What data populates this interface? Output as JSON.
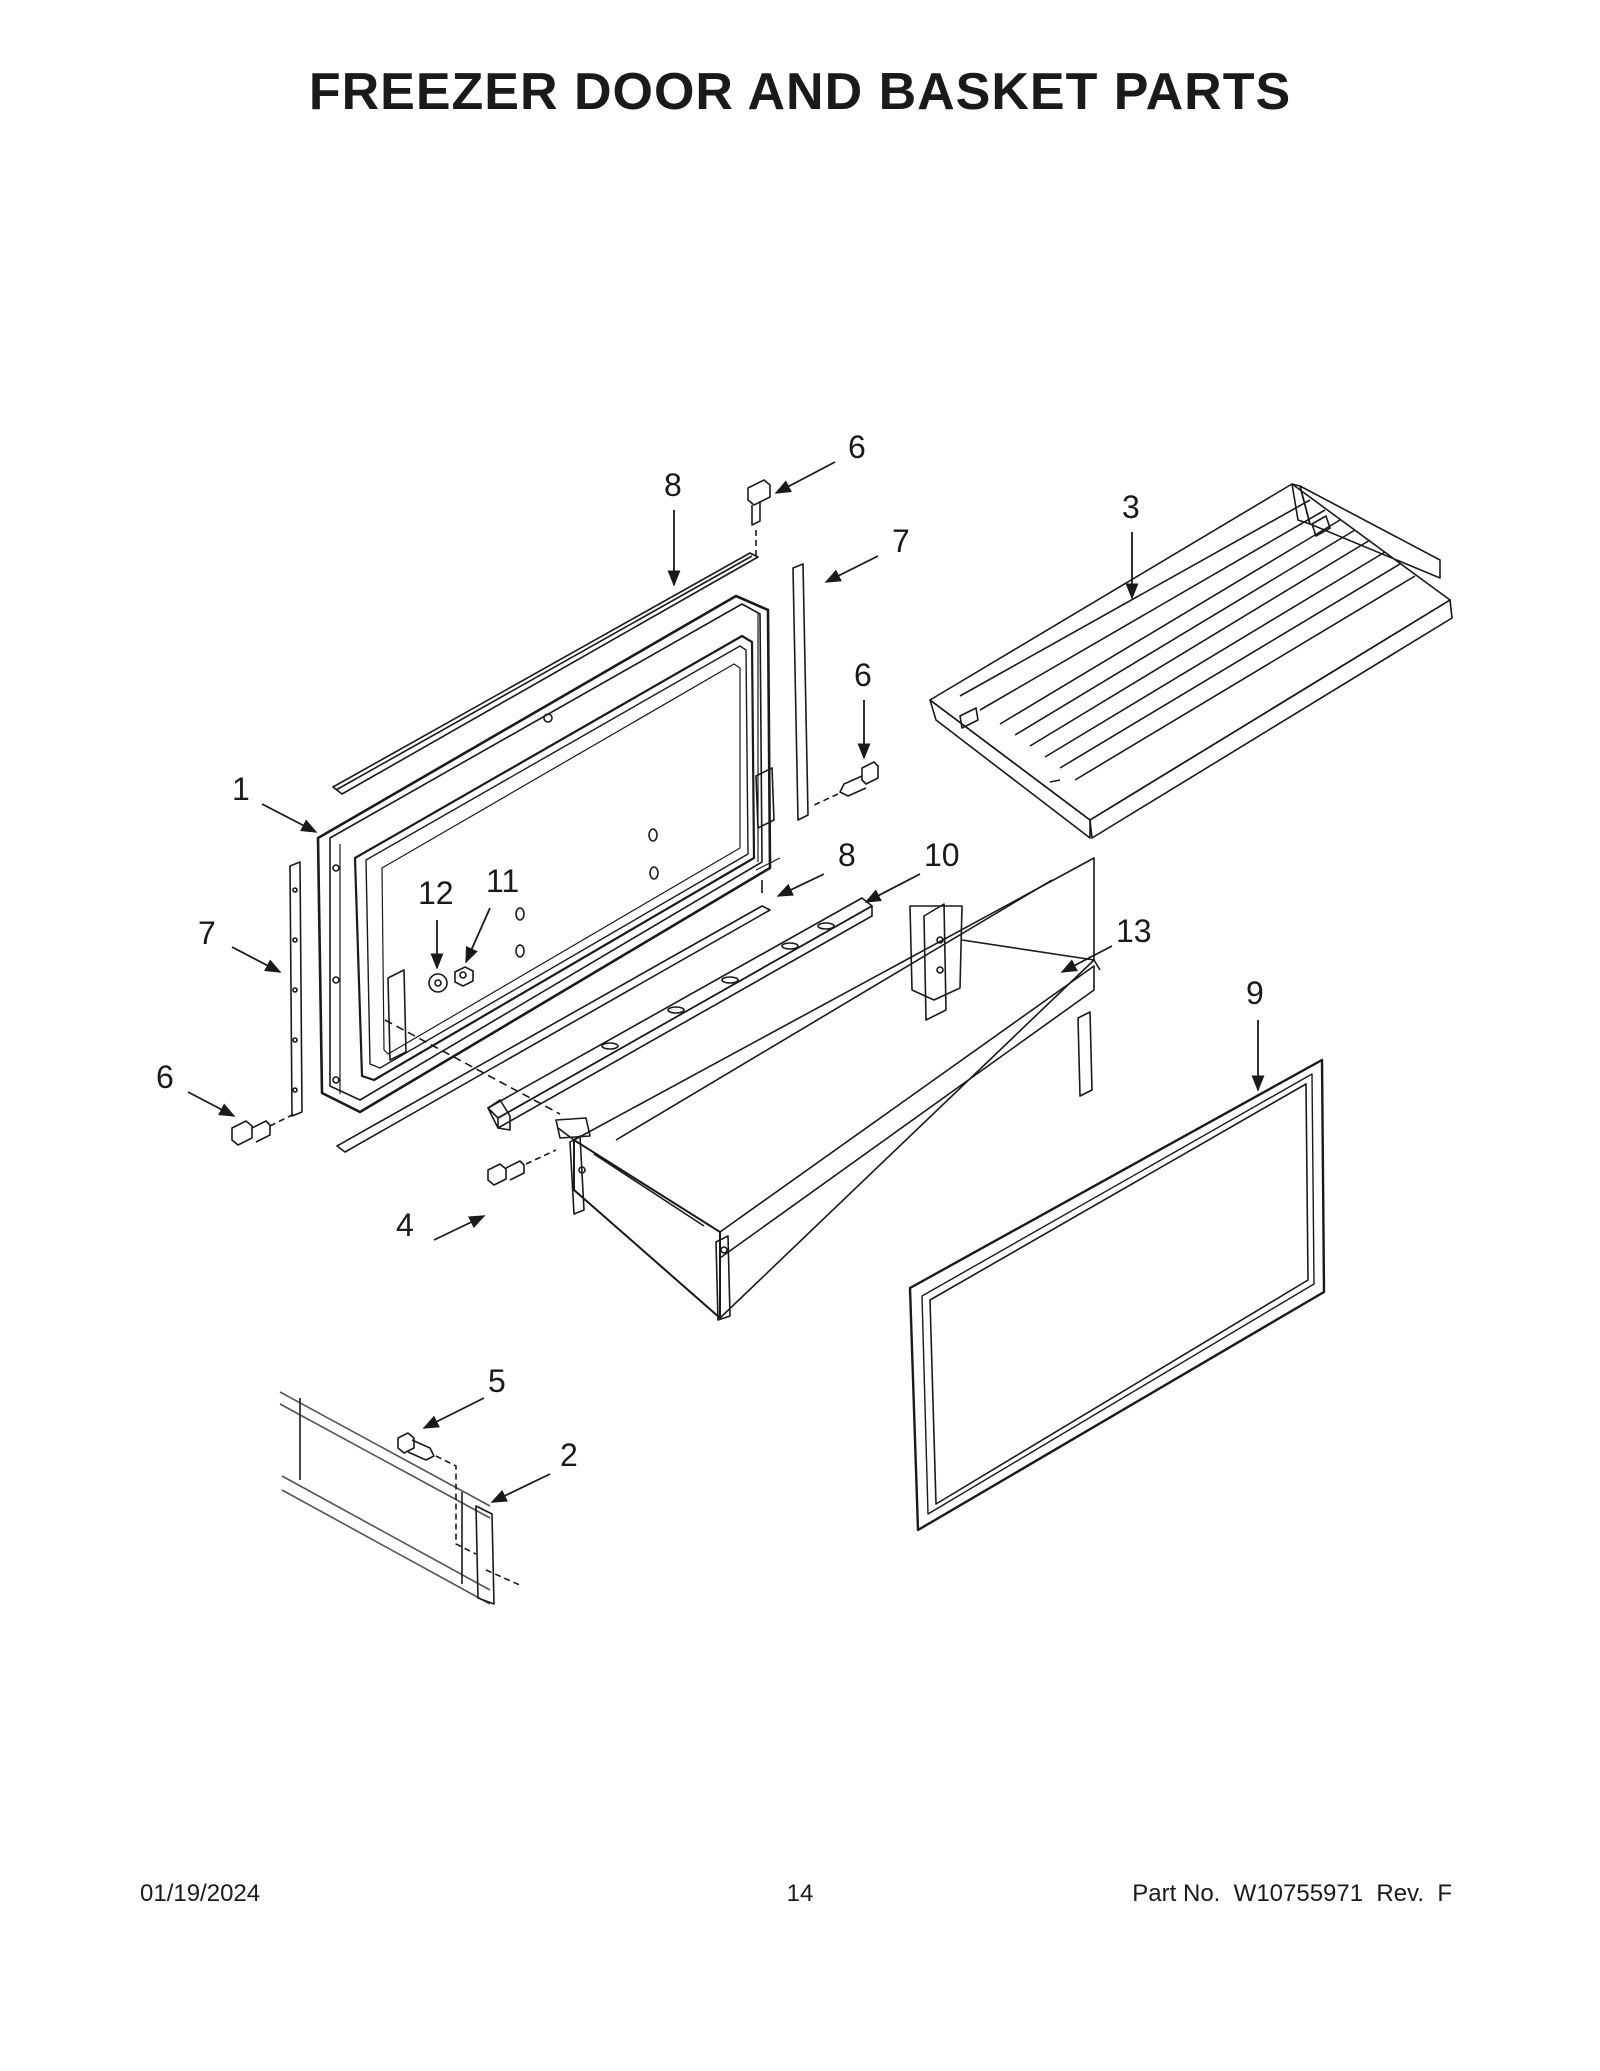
{
  "title": "FREEZER DOOR AND BASKET PARTS",
  "callouts": {
    "c1": "1",
    "c2": "2",
    "c3": "3",
    "c4": "4",
    "c5": "5",
    "c6a": "6",
    "c6b": "6",
    "c6c": "6",
    "c7a": "7",
    "c7b": "7",
    "c8a": "8",
    "c8b": "8",
    "c9": "9",
    "c10": "10",
    "c11": "11",
    "c12": "12",
    "c13": "13"
  },
  "footer": {
    "date": "01/19/2024",
    "page": "14",
    "part_no": "Part No.  W10755971  Rev.  F"
  }
}
